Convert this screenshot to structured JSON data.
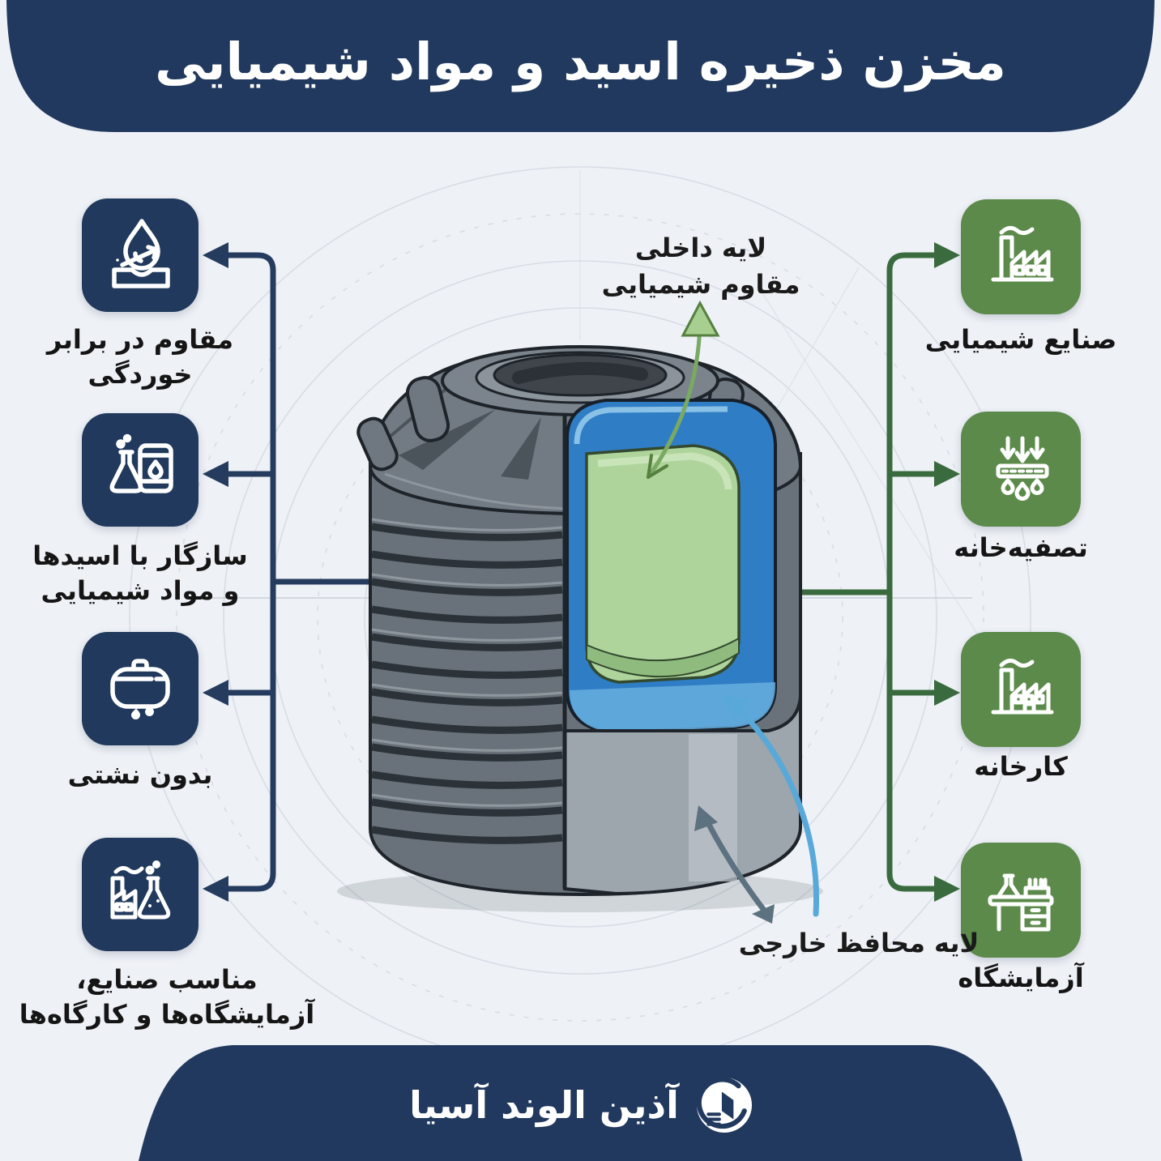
{
  "header": {
    "title": "مخزن ذخیره اسید و مواد شیمیایی"
  },
  "features": [
    {
      "icon": "corrosion-resistant-icon",
      "label": "مقاوم در برابر\nخوردگی"
    },
    {
      "icon": "acid-compatible-icon",
      "label": "سازگار با اسیدها\nو مواد شیمیایی"
    },
    {
      "icon": "no-leak-icon",
      "label": "بدون نشتی"
    },
    {
      "icon": "industry-lab-icon",
      "label": "مناسب صنایع،\nآزمایشگاه‌ها و کارگاه‌ها"
    }
  ],
  "applications": [
    {
      "icon": "chemical-industry-icon",
      "label": "صنایع شیمیایی"
    },
    {
      "icon": "treatment-plant-icon",
      "label": "تصفیه‌خانه"
    },
    {
      "icon": "factory-icon",
      "label": "کارخانه"
    },
    {
      "icon": "laboratory-icon",
      "label": "آزمایشگاه"
    }
  ],
  "tank": {
    "inner_layer_label": "لایه داخلی\nمقاوم شیمیایی",
    "outer_layer_label": "لایه محافظ خارجی"
  },
  "footer": {
    "brand": "آذین الوند آسیا",
    "logo": "azin-alvand-asia-logo"
  },
  "palette": {
    "background": "#eef1f6",
    "banner_navy": "#21395e",
    "feature_box_navy": "#20395c",
    "application_box_green": "#5b8a4a",
    "connector_navy": "#253c5f",
    "connector_green": "#3a6b3f",
    "tank_body_gray": "#69727a",
    "tank_shell_light_gray": "#9da5ad",
    "outer_layer_blue": "#2f7dc5",
    "inner_layer_green": "#aed49b",
    "annotation_green_arrow": "#79a963",
    "annotation_blue_arrow": "#58a9da",
    "annotation_gray_arrow": "#5d7280",
    "label_text": "#151515",
    "banner_text": "#ffffff"
  }
}
